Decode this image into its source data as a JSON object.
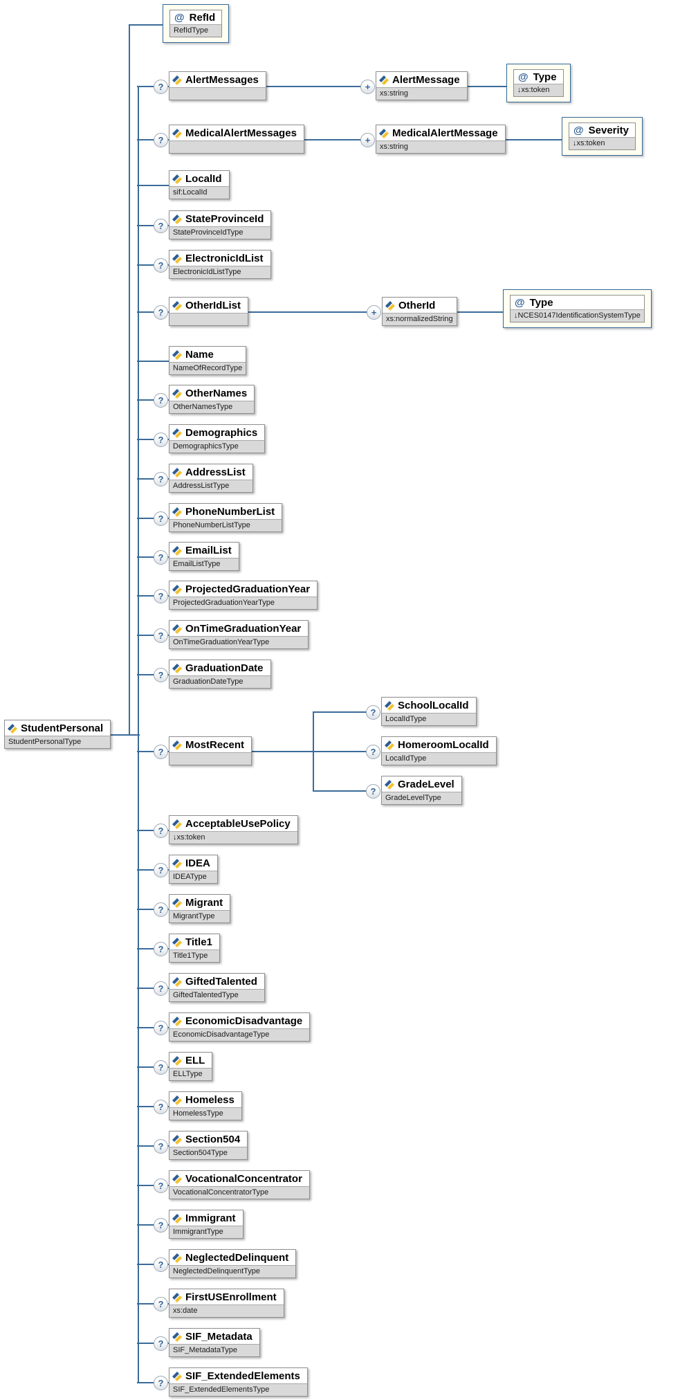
{
  "diagram": {
    "markers": {
      "optional": "?",
      "repeatable": "+"
    },
    "colors": {
      "line": "#3a6b99",
      "attribute_box_bg": "#fffef0",
      "attribute_box_border": "#336699",
      "type_band_bg": "#d9d9d9",
      "icon_blue": "#2e5d94",
      "icon_yellow": "#f2c12e",
      "at_symbol": "@"
    },
    "root": {
      "label": "StudentPersonal",
      "type": "StudentPersonalType"
    },
    "root_attribute": {
      "label": "RefId",
      "type": "RefIdType"
    },
    "children": [
      {
        "label": "AlertMessages",
        "type": "",
        "occurrence": "optional",
        "child": {
          "label": "AlertMessage",
          "type": "xs:string",
          "occurrence": "repeatable",
          "attribute": {
            "label": "Type",
            "type": "↓xs:token"
          }
        }
      },
      {
        "label": "MedicalAlertMessages",
        "type": "",
        "occurrence": "optional",
        "child": {
          "label": "MedicalAlertMessage",
          "type": "xs:string",
          "occurrence": "repeatable",
          "attribute": {
            "label": "Severity",
            "type": "↓xs:token"
          }
        }
      },
      {
        "label": "LocalId",
        "type": "sif:LocalId",
        "occurrence": "required"
      },
      {
        "label": "StateProvinceId",
        "type": "StateProvinceIdType",
        "occurrence": "optional"
      },
      {
        "label": "ElectronicIdList",
        "type": "ElectronicIdListType",
        "occurrence": "optional"
      },
      {
        "label": "OtherIdList",
        "type": "",
        "occurrence": "optional",
        "child": {
          "label": "OtherId",
          "type": "xs:normalizedString",
          "occurrence": "repeatable",
          "attribute": {
            "label": "Type",
            "type": "↓NCES0147IdentificationSystemType"
          }
        }
      },
      {
        "label": "Name",
        "type": "NameOfRecordType",
        "occurrence": "required"
      },
      {
        "label": "OtherNames",
        "type": "OtherNamesType",
        "occurrence": "optional"
      },
      {
        "label": "Demographics",
        "type": "DemographicsType",
        "occurrence": "optional"
      },
      {
        "label": "AddressList",
        "type": "AddressListType",
        "occurrence": "optional"
      },
      {
        "label": "PhoneNumberList",
        "type": "PhoneNumberListType",
        "occurrence": "optional"
      },
      {
        "label": "EmailList",
        "type": "EmailListType",
        "occurrence": "optional"
      },
      {
        "label": "ProjectedGraduationYear",
        "type": "ProjectedGraduationYearType",
        "occurrence": "optional"
      },
      {
        "label": "OnTimeGraduationYear",
        "type": "OnTimeGraduationYearType",
        "occurrence": "optional"
      },
      {
        "label": "GraduationDate",
        "type": "GraduationDateType",
        "occurrence": "optional"
      },
      {
        "label": "MostRecent",
        "type": "",
        "occurrence": "optional",
        "children": [
          {
            "label": "SchoolLocalId",
            "type": "LocalIdType",
            "occurrence": "optional"
          },
          {
            "label": "HomeroomLocalId",
            "type": "LocalIdType",
            "occurrence": "optional"
          },
          {
            "label": "GradeLevel",
            "type": "GradeLevelType",
            "occurrence": "optional"
          }
        ]
      },
      {
        "label": "AcceptableUsePolicy",
        "type": "↓xs:token",
        "occurrence": "optional"
      },
      {
        "label": "IDEA",
        "type": "IDEAType",
        "occurrence": "optional"
      },
      {
        "label": "Migrant",
        "type": "MigrantType",
        "occurrence": "optional"
      },
      {
        "label": "Title1",
        "type": "Title1Type",
        "occurrence": "optional"
      },
      {
        "label": "GiftedTalented",
        "type": "GiftedTalentedType",
        "occurrence": "optional"
      },
      {
        "label": "EconomicDisadvantage",
        "type": "EconomicDisadvantageType",
        "occurrence": "optional"
      },
      {
        "label": "ELL",
        "type": "ELLType",
        "occurrence": "optional"
      },
      {
        "label": "Homeless",
        "type": "HomelessType",
        "occurrence": "optional"
      },
      {
        "label": "Section504",
        "type": "Section504Type",
        "occurrence": "optional"
      },
      {
        "label": "VocationalConcentrator",
        "type": "VocationalConcentratorType",
        "occurrence": "optional"
      },
      {
        "label": "Immigrant",
        "type": "ImmigrantType",
        "occurrence": "optional"
      },
      {
        "label": "NeglectedDelinquent",
        "type": "NeglectedDelinquentType",
        "occurrence": "optional"
      },
      {
        "label": "FirstUSEnrollment",
        "type": "xs:date",
        "occurrence": "optional"
      },
      {
        "label": "SIF_Metadata",
        "type": "SIF_MetadataType",
        "occurrence": "optional"
      },
      {
        "label": "SIF_ExtendedElements",
        "type": "SIF_ExtendedElementsType",
        "occurrence": "optional"
      }
    ]
  }
}
